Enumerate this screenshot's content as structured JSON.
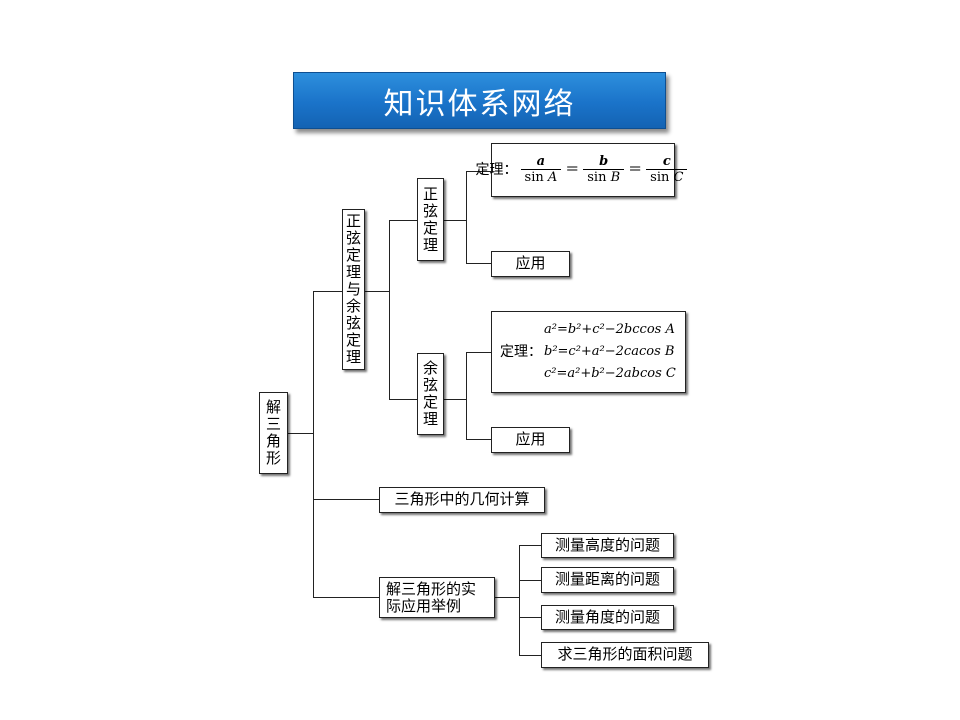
{
  "title": "知识体系网络",
  "root": {
    "label": "解三角形"
  },
  "branch_sine_cosine": {
    "label": "正弦定理与余弦定理"
  },
  "sine_law": {
    "label": "正弦定理",
    "theorem_prefix": "定理：",
    "fractions": [
      {
        "num": "a",
        "den_fn": "sin ",
        "den_var": "A"
      },
      {
        "num": "b",
        "den_fn": "sin ",
        "den_var": "B"
      },
      {
        "num": "c",
        "den_fn": "sin ",
        "den_var": "C"
      }
    ],
    "equals": "＝",
    "application": "应用"
  },
  "cosine_law": {
    "label": "余弦定理",
    "theorem_prefix": "定理：",
    "equations": [
      "a²=b²+c²−2bccos A",
      "b²=c²+a²−2cacos B",
      "c²=a²+b²−2abcos C"
    ],
    "application": "应用"
  },
  "geometry": {
    "label": "三角形中的几何计算"
  },
  "practical": {
    "label": "解三角形的实际应用举例",
    "items": [
      "测量高度的问题",
      "测量距离的问题",
      "测量角度的问题",
      "求三角形的面积问题"
    ]
  }
}
